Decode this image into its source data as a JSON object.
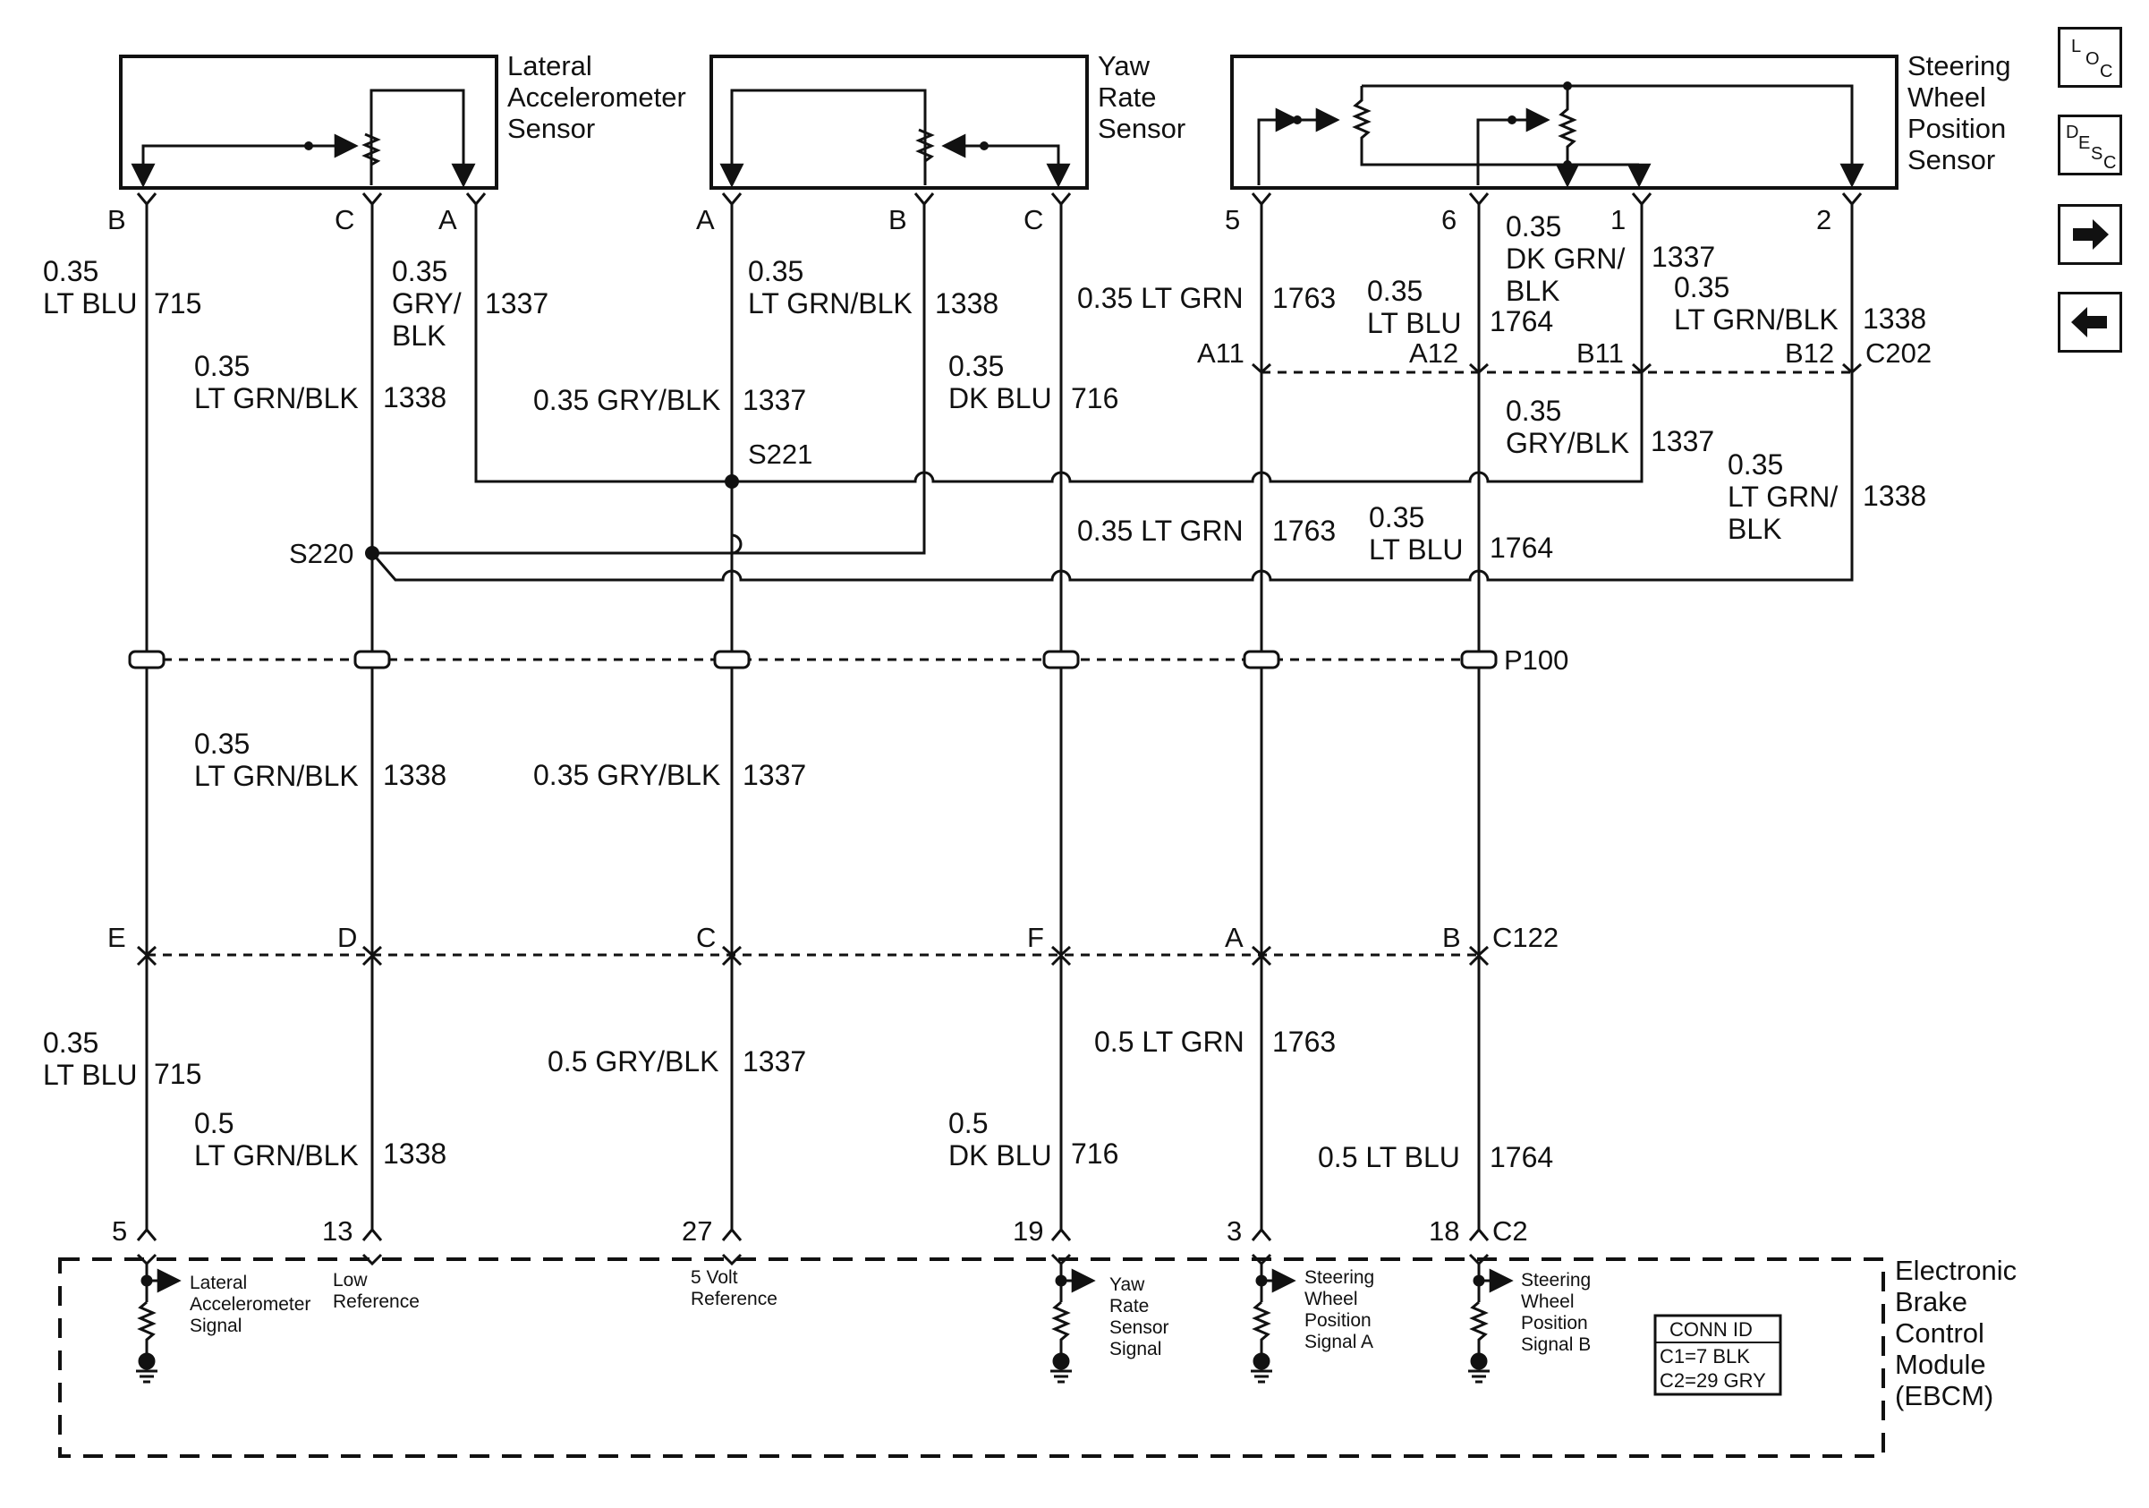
{
  "components": {
    "lateral": "Lateral\nAccelerometer\nSensor",
    "yaw": "Yaw\nRate\nSensor",
    "steering": "Steering\nWheel\nPosition\nSensor",
    "ebcm": "Electronic\nBrake\nControl\nModule\n(EBCM)"
  },
  "pins": {
    "lat_b": "B",
    "lat_c": "C",
    "lat_a": "A",
    "yaw_a": "A",
    "yaw_b": "B",
    "yaw_c": "C",
    "sw_5": "5",
    "sw_6": "6",
    "sw_1": "1",
    "sw_2": "2",
    "c202_a11": "A11",
    "c202_a12": "A12",
    "c202_b11": "B11",
    "c202_b12": "B12",
    "c122_e": "E",
    "c122_d": "D",
    "c122_c": "C",
    "c122_f": "F",
    "c122_a": "A",
    "c122_b": "B",
    "c2_5": "5",
    "c2_13": "13",
    "c2_27": "27",
    "c2_19": "19",
    "c2_3": "3",
    "c2_18": "18"
  },
  "connectors": {
    "c202": "C202",
    "c122": "C122",
    "c2": "C2",
    "p100": "P100"
  },
  "splices": {
    "s220": "S220",
    "s221": "S221"
  },
  "wires": {
    "w1": "0.35\nLT BLU",
    "c1": "715",
    "w2": "0.35\nGRY/\nBLK",
    "c2": "1337",
    "w3": "0.35\nLT GRN/BLK",
    "c3": "1338",
    "w4": "0.35\nLT GRN/BLK",
    "c4": "1338",
    "w5": "0.35 GRY/BLK",
    "c5": "1337",
    "w6": "0.35\nDK BLU",
    "c6": "716",
    "w7": "0.35 LT GRN",
    "c7": "1763",
    "w8": "0.35\nLT BLU",
    "c8": "1764",
    "w9": "0.35\nDK GRN/\nBLK",
    "c9": "1337",
    "w10": "0.35\nLT GRN/BLK",
    "c10": "1338",
    "w11": "0.35\nGRY/BLK",
    "c11": "1337",
    "w12": "0.35\nLT GRN/\nBLK",
    "c12": "1338",
    "w13": "0.35 LT GRN",
    "c13": "1763",
    "w14": "0.35\nLT BLU",
    "c14": "1764",
    "w15": "0.35\nLT GRN/BLK",
    "c15": "1338",
    "w16": "0.35 GRY/BLK",
    "c16": "1337",
    "w17": "0.35\nLT BLU",
    "c17": "715",
    "w18": "0.5\nLT GRN/BLK",
    "c18": "1338",
    "w19": "0.5 GRY/BLK",
    "c19": "1337",
    "w20": "0.5\nDK BLU",
    "c20": "716",
    "w21": "0.5 LT GRN",
    "c21": "1763",
    "w22": "0.5 LT BLU",
    "c22": "1764"
  },
  "signals": {
    "lat_sig": "Lateral\nAccelerometer\nSignal",
    "low_ref": "Low\nReference",
    "five_v": "5 Volt\nReference",
    "yaw_sig": "Yaw\nRate\nSensor\nSignal",
    "swa": "Steering\nWheel\nPosition\nSignal  A",
    "swb": "Steering\nWheel\nPosition\nSignal B"
  },
  "conn_id": {
    "title": "CONN ID",
    "c1": "C1=7 BLK",
    "c2": "C2=29 GRY"
  },
  "nav": {
    "loc_main": "L",
    "loc_sub": "O",
    "loc_sub2": "C",
    "desc_main": "D",
    "desc_e": "E",
    "desc_s": "S",
    "desc_c": "C",
    "next_icon": "arrow-right",
    "prev_icon": "arrow-left"
  }
}
